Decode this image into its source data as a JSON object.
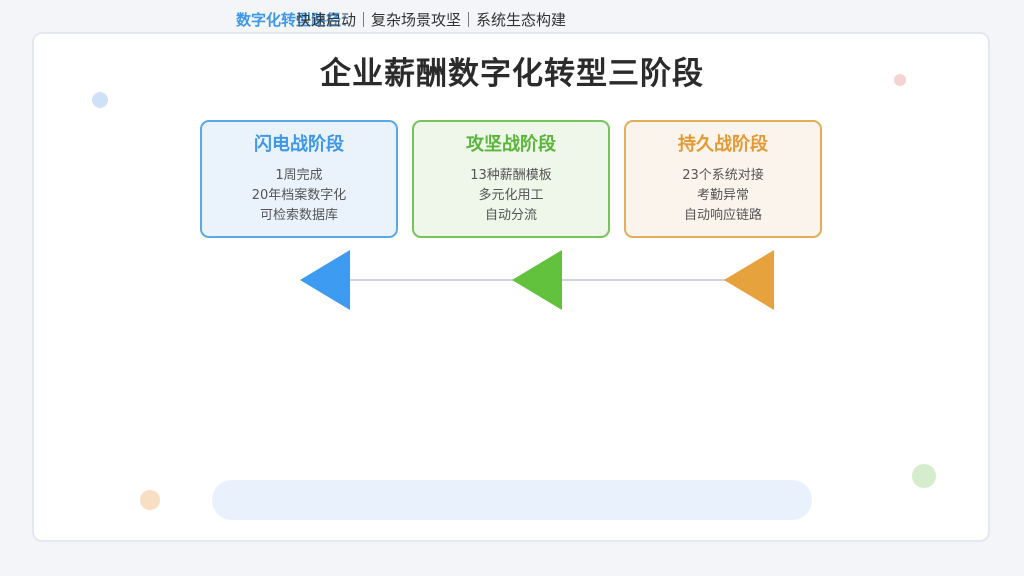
{
  "title": "企业薪酬数字化转型三阶段",
  "stages": [
    {
      "title": "闪电战阶段",
      "color": "#3f97e8",
      "lines": [
        "1周完成",
        "20年档案数字化",
        "可检索数据库"
      ]
    },
    {
      "title": "攻坚战阶段",
      "color": "#5bb53a",
      "lines": [
        "13种薪酬模板",
        "多元化用工",
        "自动分流"
      ]
    },
    {
      "title": "持久战阶段",
      "color": "#e39a34",
      "lines": [
        "23个系统对接",
        "考勤异常",
        "自动响应链路"
      ]
    }
  ],
  "flow": {
    "arrow_colors": [
      "#3d9bf2",
      "#62c23d",
      "#e5a23d"
    ],
    "line_color": "#d0d4da"
  },
  "banner": {
    "label": "数字化转型路径：",
    "text": "快速启动｜复杂场景攻坚｜系统生态构建"
  }
}
